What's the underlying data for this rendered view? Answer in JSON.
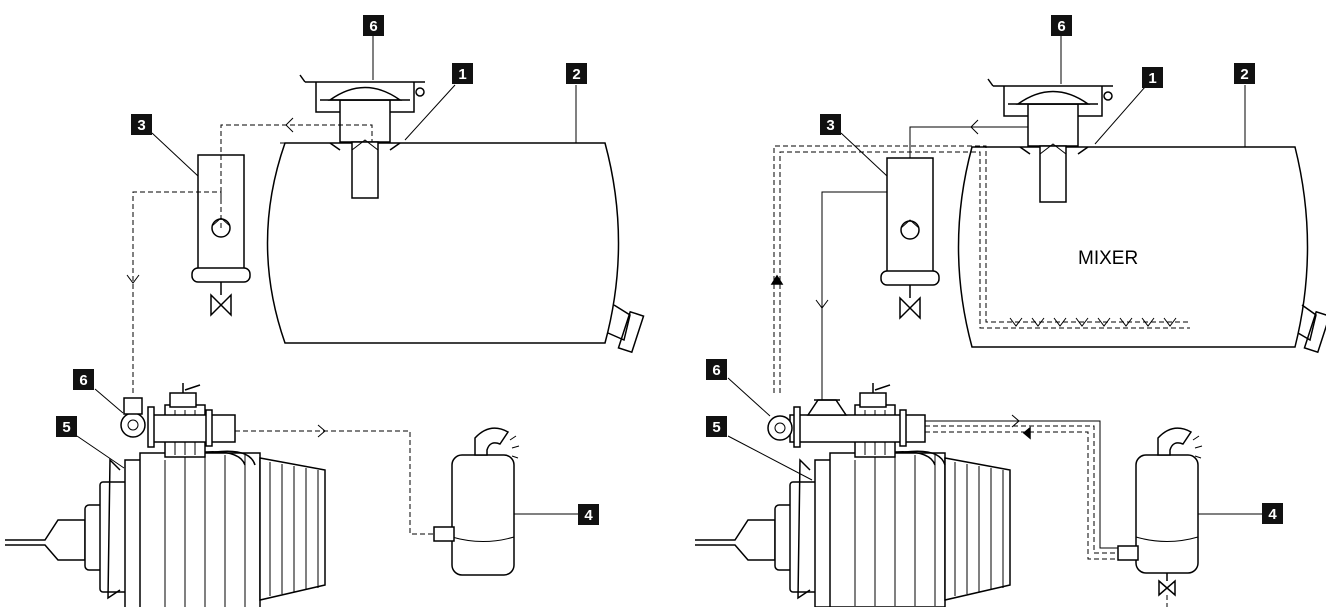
{
  "left_diagram": {
    "callouts": [
      "6",
      "1",
      "2",
      "3",
      "6",
      "5",
      "4"
    ]
  },
  "right_diagram": {
    "callouts": [
      "6",
      "1",
      "2",
      "3",
      "6",
      "5",
      "4"
    ],
    "tank_label": "MIXER"
  },
  "colors": {
    "line": "#000000",
    "badge_fill": "#111111",
    "badge_text": "#ffffff",
    "background": "#ffffff"
  }
}
